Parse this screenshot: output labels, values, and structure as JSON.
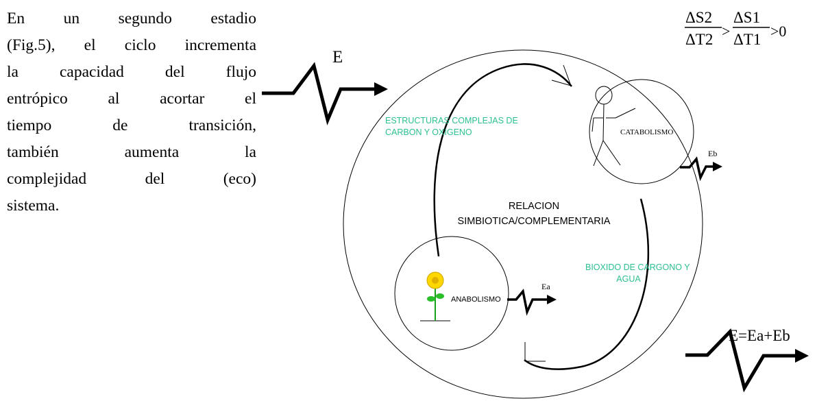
{
  "paragraph": {
    "lines": [
      "En un segundo estadio",
      "(Fig.5), el ciclo incrementa",
      "la capacidad del flujo",
      "entrópico al acortar el",
      "tiempo de transición,",
      "también aumenta la",
      "complejidad del (eco)",
      "sistema."
    ]
  },
  "formula": {
    "num_left": "ΔS2",
    "den_left": "ΔT2",
    "op": ">",
    "num_right": "ΔS1",
    "den_right": "ΔT1",
    "tail": ">0"
  },
  "diagram": {
    "energy_in": "E",
    "catabolism": "CATABOLISMO",
    "anabolism": "ANABOLISMO",
    "energy_b": "Eb",
    "energy_a": "Ea",
    "energy_total": "E=Ea+Eb",
    "structures_line1": "ESTRUCTURAS COMPLEJAS DE",
    "structures_line2": "CARBON  Y OXIGENO",
    "relation_line1": "RELACION",
    "relation_line2": "SIMBIOTICA/COMPLEMENTARIA",
    "co2_line1": "BIOXIDO DE CARGONO Y",
    "co2_line2": "AGUA",
    "green": "#2bbf92"
  }
}
